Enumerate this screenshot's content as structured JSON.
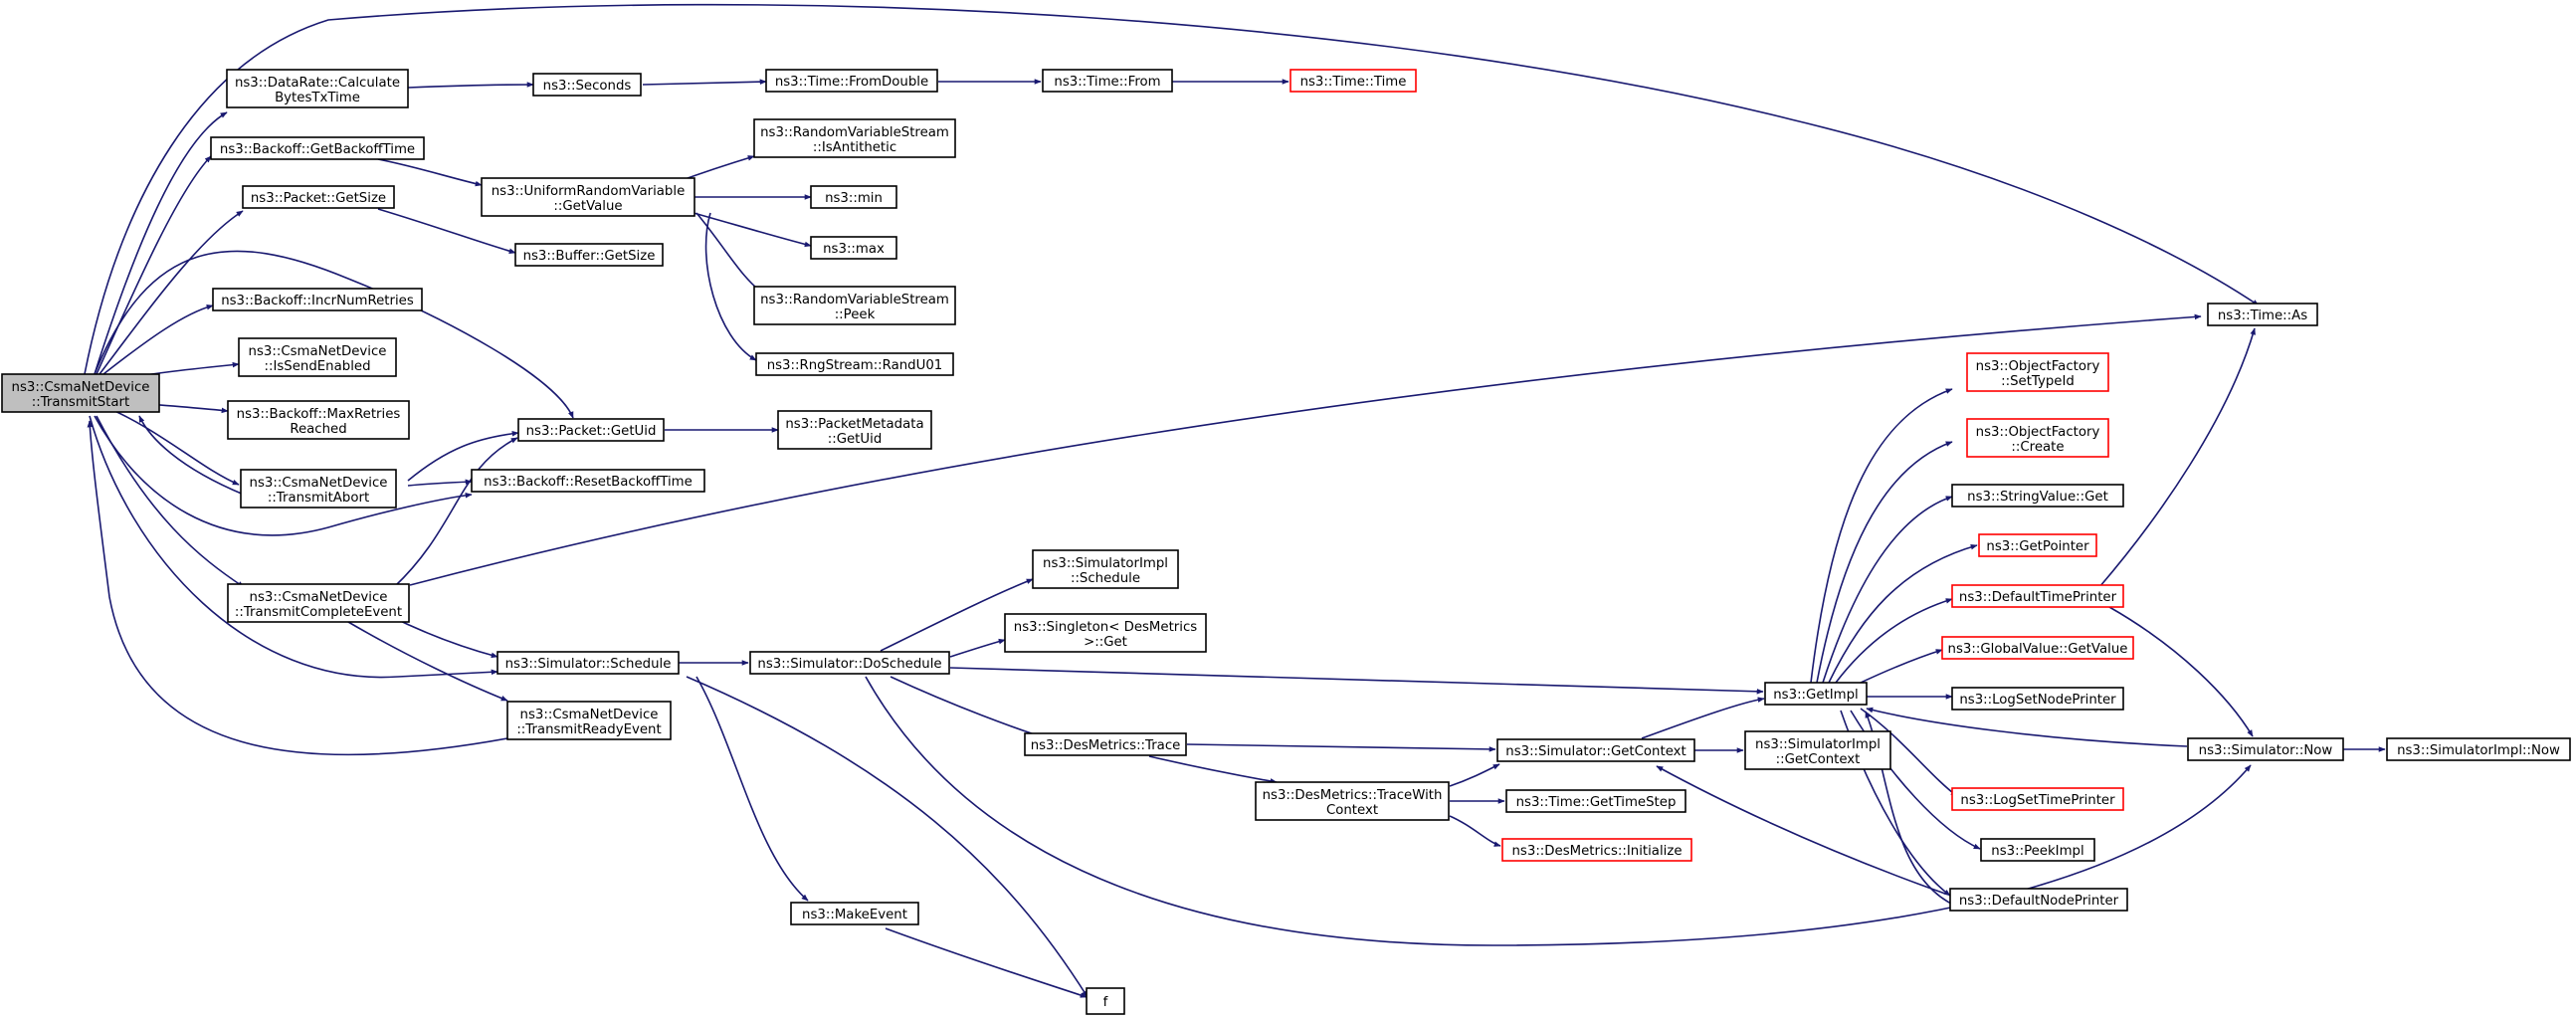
{
  "colors": {
    "edge": "#191970",
    "node_border": "#000000",
    "node_border_truncated": "#ff0000",
    "root_fill": "#bfbfbf",
    "node_fill": "#ffffff"
  },
  "nodes": [
    {
      "id": "n_root",
      "lines": [
        "ns3::CsmaNetDevice",
        "::TransmitStart"
      ],
      "kind": "root"
    },
    {
      "id": "n_datarate",
      "lines": [
        "ns3::DataRate::Calculate",
        "BytesTxTime"
      ],
      "kind": "normal"
    },
    {
      "id": "n_backoff_getbackofftime",
      "lines": [
        "ns3::Backoff::GetBackoffTime"
      ],
      "kind": "normal"
    },
    {
      "id": "n_packet_getsize",
      "lines": [
        "ns3::Packet::GetSize"
      ],
      "kind": "normal"
    },
    {
      "id": "n_backoff_incrnumretries",
      "lines": [
        "ns3::Backoff::IncrNumRetries"
      ],
      "kind": "normal"
    },
    {
      "id": "n_issendenabled",
      "lines": [
        "ns3::CsmaNetDevice",
        "::IsSendEnabled"
      ],
      "kind": "normal"
    },
    {
      "id": "n_maxretriesreached",
      "lines": [
        "ns3::Backoff::MaxRetries",
        "Reached"
      ],
      "kind": "normal"
    },
    {
      "id": "n_transmitabort",
      "lines": [
        "ns3::CsmaNetDevice",
        "::TransmitAbort"
      ],
      "kind": "normal"
    },
    {
      "id": "n_transmitcompleteevent",
      "lines": [
        "ns3::CsmaNetDevice",
        "::TransmitCompleteEvent"
      ],
      "kind": "normal"
    },
    {
      "id": "n_seconds",
      "lines": [
        "ns3::Seconds"
      ],
      "kind": "normal"
    },
    {
      "id": "n_uniform_getvalue",
      "lines": [
        "ns3::UniformRandomVariable",
        "::GetValue"
      ],
      "kind": "normal"
    },
    {
      "id": "n_buffer_getsize",
      "lines": [
        "ns3::Buffer::GetSize"
      ],
      "kind": "normal"
    },
    {
      "id": "n_packet_getuid",
      "lines": [
        "ns3::Packet::GetUid"
      ],
      "kind": "normal"
    },
    {
      "id": "n_resetbackofftime",
      "lines": [
        "ns3::Backoff::ResetBackoffTime"
      ],
      "kind": "normal"
    },
    {
      "id": "n_simulator_schedule",
      "lines": [
        "ns3::Simulator::Schedule"
      ],
      "kind": "normal"
    },
    {
      "id": "n_transmitreadyevent",
      "lines": [
        "ns3::CsmaNetDevice",
        "::TransmitReadyEvent"
      ],
      "kind": "normal"
    },
    {
      "id": "n_time_fromdouble",
      "lines": [
        "ns3::Time::FromDouble"
      ],
      "kind": "normal"
    },
    {
      "id": "n_isantithetic",
      "lines": [
        "ns3::RandomVariableStream",
        "::IsAntithetic"
      ],
      "kind": "normal"
    },
    {
      "id": "n_min",
      "lines": [
        "ns3::min"
      ],
      "kind": "normal"
    },
    {
      "id": "n_max",
      "lines": [
        "ns3::max"
      ],
      "kind": "normal"
    },
    {
      "id": "n_rvs_peek",
      "lines": [
        "ns3::RandomVariableStream",
        "::Peek"
      ],
      "kind": "normal"
    },
    {
      "id": "n_randu01",
      "lines": [
        "ns3::RngStream::RandU01"
      ],
      "kind": "normal"
    },
    {
      "id": "n_packetmetadata_getuid",
      "lines": [
        "ns3::PacketMetadata",
        "::GetUid"
      ],
      "kind": "normal"
    },
    {
      "id": "n_simulator_doschedule",
      "lines": [
        "ns3::Simulator::DoSchedule"
      ],
      "kind": "normal"
    },
    {
      "id": "n_makeevent",
      "lines": [
        "ns3::MakeEvent"
      ],
      "kind": "normal"
    },
    {
      "id": "n_f",
      "lines": [
        "f"
      ],
      "kind": "normal"
    },
    {
      "id": "n_time_from",
      "lines": [
        "ns3::Time::From"
      ],
      "kind": "normal"
    },
    {
      "id": "n_time_time",
      "lines": [
        "ns3::Time::Time"
      ],
      "kind": "truncated"
    },
    {
      "id": "n_simimpl_schedule",
      "lines": [
        "ns3::SimulatorImpl",
        "::Schedule"
      ],
      "kind": "normal"
    },
    {
      "id": "n_singleton_get",
      "lines": [
        "ns3::Singleton< DesMetrics",
        " >::Get"
      ],
      "kind": "normal"
    },
    {
      "id": "n_desmetrics_trace",
      "lines": [
        "ns3::DesMetrics::Trace"
      ],
      "kind": "normal"
    },
    {
      "id": "n_tracewithcontext",
      "lines": [
        "ns3::DesMetrics::TraceWith",
        "Context"
      ],
      "kind": "normal"
    },
    {
      "id": "n_simulator_getcontext",
      "lines": [
        "ns3::Simulator::GetContext"
      ],
      "kind": "normal"
    },
    {
      "id": "n_time_gettimestep",
      "lines": [
        "ns3::Time::GetTimeStep"
      ],
      "kind": "normal"
    },
    {
      "id": "n_desmetrics_initialize",
      "lines": [
        "ns3::DesMetrics::Initialize"
      ],
      "kind": "truncated"
    },
    {
      "id": "n_simimpl_getcontext",
      "lines": [
        "ns3::SimulatorImpl",
        "::GetContext"
      ],
      "kind": "normal"
    },
    {
      "id": "n_getimpl",
      "lines": [
        "ns3::GetImpl"
      ],
      "kind": "normal"
    },
    {
      "id": "n_settypeid",
      "lines": [
        "ns3::ObjectFactory",
        "::SetTypeId"
      ],
      "kind": "truncated"
    },
    {
      "id": "n_objfactory_create",
      "lines": [
        "ns3::ObjectFactory",
        "::Create"
      ],
      "kind": "truncated"
    },
    {
      "id": "n_stringvalue_get",
      "lines": [
        "ns3::StringValue::Get"
      ],
      "kind": "normal"
    },
    {
      "id": "n_getpointer",
      "lines": [
        "ns3::GetPointer"
      ],
      "kind": "truncated"
    },
    {
      "id": "n_defaulttimeprinter",
      "lines": [
        "ns3::DefaultTimePrinter"
      ],
      "kind": "truncated"
    },
    {
      "id": "n_globalvalue_getvalue",
      "lines": [
        "ns3::GlobalValue::GetValue"
      ],
      "kind": "truncated"
    },
    {
      "id": "n_logsetnodeprinter",
      "lines": [
        "ns3::LogSetNodePrinter"
      ],
      "kind": "normal"
    },
    {
      "id": "n_logsettimeprinter",
      "lines": [
        "ns3::LogSetTimePrinter"
      ],
      "kind": "truncated"
    },
    {
      "id": "n_peekimpl",
      "lines": [
        "ns3::PeekImpl"
      ],
      "kind": "normal"
    },
    {
      "id": "n_defaultnodeprinter",
      "lines": [
        "ns3::DefaultNodePrinter"
      ],
      "kind": "normal"
    },
    {
      "id": "n_time_as",
      "lines": [
        "ns3::Time::As"
      ],
      "kind": "normal"
    },
    {
      "id": "n_simulator_now",
      "lines": [
        "ns3::Simulator::Now"
      ],
      "kind": "normal"
    },
    {
      "id": "n_simimpl_now",
      "lines": [
        "ns3::SimulatorImpl::Now"
      ],
      "kind": "normal"
    }
  ]
}
